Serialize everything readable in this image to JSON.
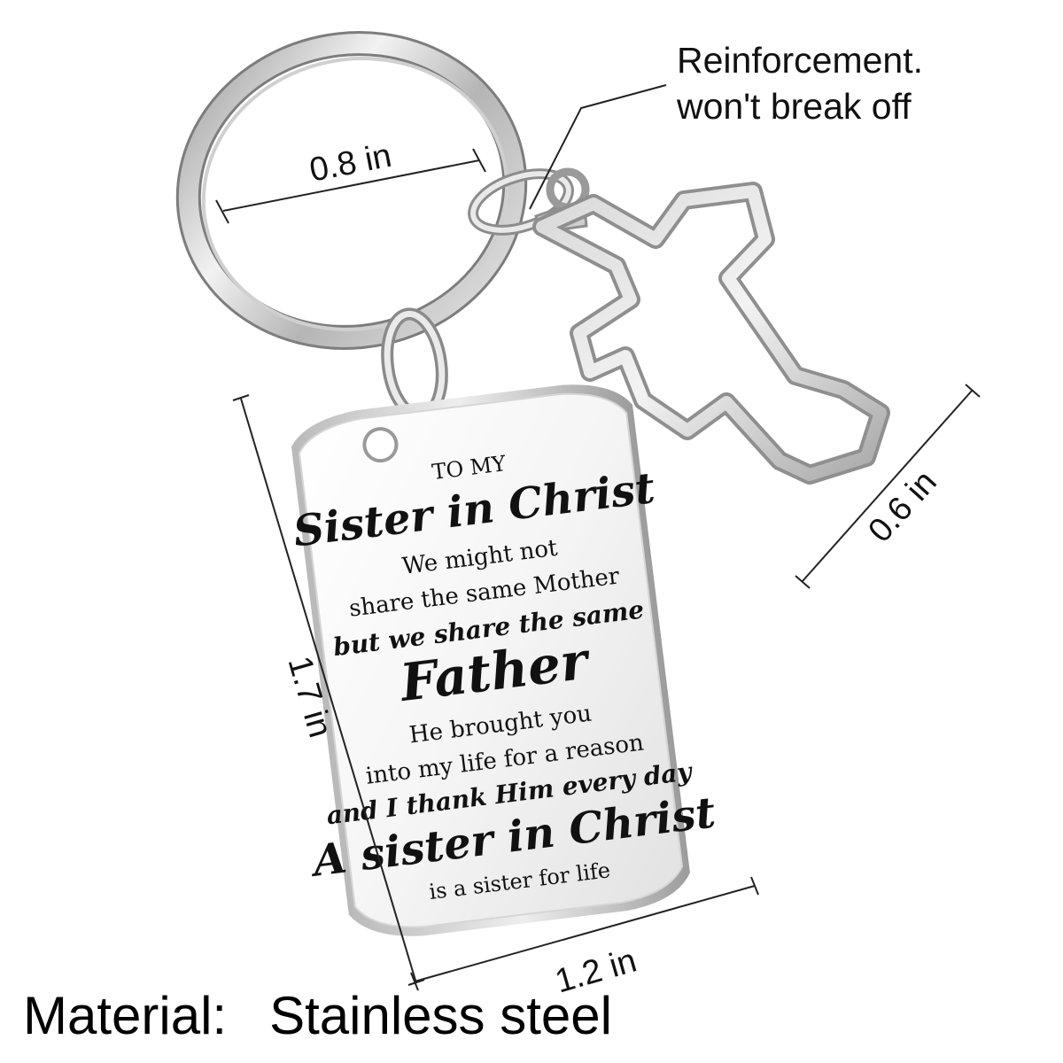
{
  "annotations": {
    "ring_diameter": "0.8 in",
    "cross_width": "0.6 in",
    "tag_height": "1.7 in",
    "tag_width": "1.2 in",
    "reinforcement_line1": "Reinforcement.",
    "reinforcement_line2": "won't break off"
  },
  "tag_engraving": {
    "line1": "TO MY",
    "line2": "Sister in Christ",
    "line3": "We might not",
    "line4": "share the same Mother",
    "line5": "but we share the same",
    "line6": "Father",
    "line7": "He brought you",
    "line8": "into my life for a reason",
    "line9": "and I thank Him every day",
    "line10": "A sister in Christ",
    "line11": "is a sister for life"
  },
  "material": {
    "label": "Material:",
    "value": "Stainless steel"
  },
  "colors": {
    "metal_light": "#f4f4f4",
    "metal_mid": "#c9c9c9",
    "metal_dark": "#8a8a8a",
    "ink": "#111111"
  }
}
